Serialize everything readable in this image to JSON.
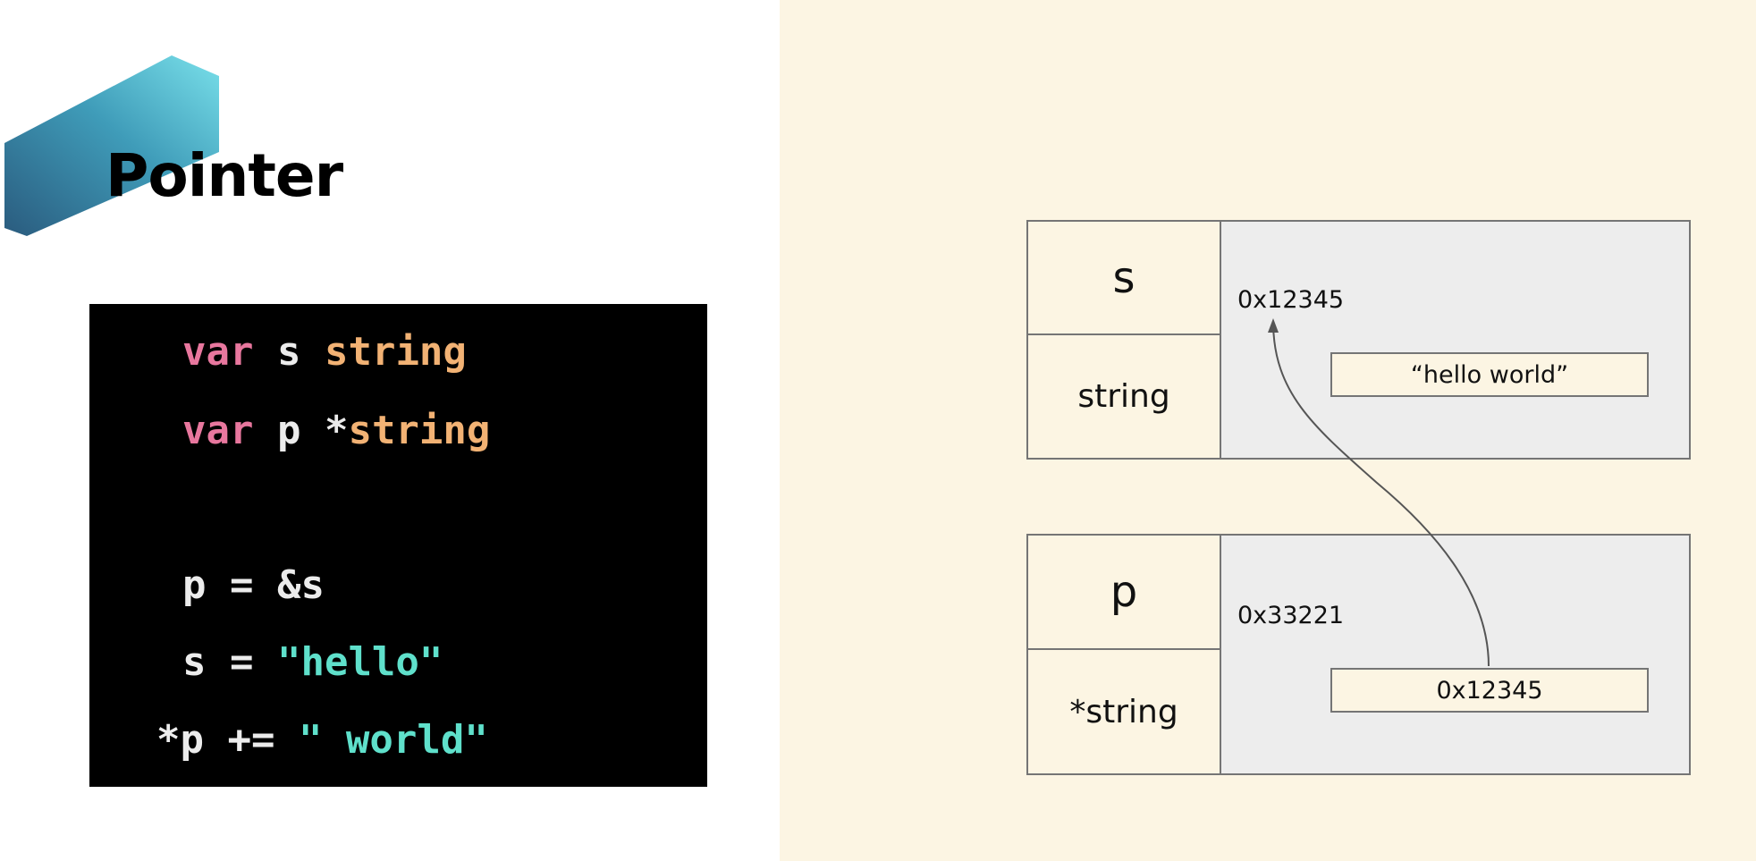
{
  "slide": {
    "title": "Pointer"
  },
  "colors": {
    "right_background": "#fcf5e3",
    "code_background": "#000000",
    "keyword": "#e8779e",
    "type": "#f2b274",
    "string_literal": "#5fe0cb",
    "plain": "#ececec",
    "memory_area": "#ededed",
    "border": "#757575"
  },
  "code": {
    "lines": [
      [
        {
          "t": "var",
          "k": "kw"
        },
        {
          "t": " s ",
          "k": "plain"
        },
        {
          "t": "string",
          "k": "type"
        }
      ],
      [
        {
          "t": "var",
          "k": "kw"
        },
        {
          "t": " p *",
          "k": "plain"
        },
        {
          "t": "string",
          "k": "type"
        }
      ],
      [
        {
          "t": "p = &s",
          "k": "plain"
        }
      ],
      [
        {
          "t": "s = ",
          "k": "plain"
        },
        {
          "t": "\"hello\"",
          "k": "str"
        }
      ],
      [
        {
          "t": "*p += ",
          "k": "plain"
        },
        {
          "t": "\" world\"",
          "k": "str"
        }
      ]
    ]
  },
  "diagram": {
    "variables": [
      {
        "name": "s",
        "type": "string",
        "address": "0x12345",
        "value": "“hello world”"
      },
      {
        "name": "p",
        "type": "*string",
        "address": "0x33221",
        "value": "0x12345"
      }
    ]
  }
}
